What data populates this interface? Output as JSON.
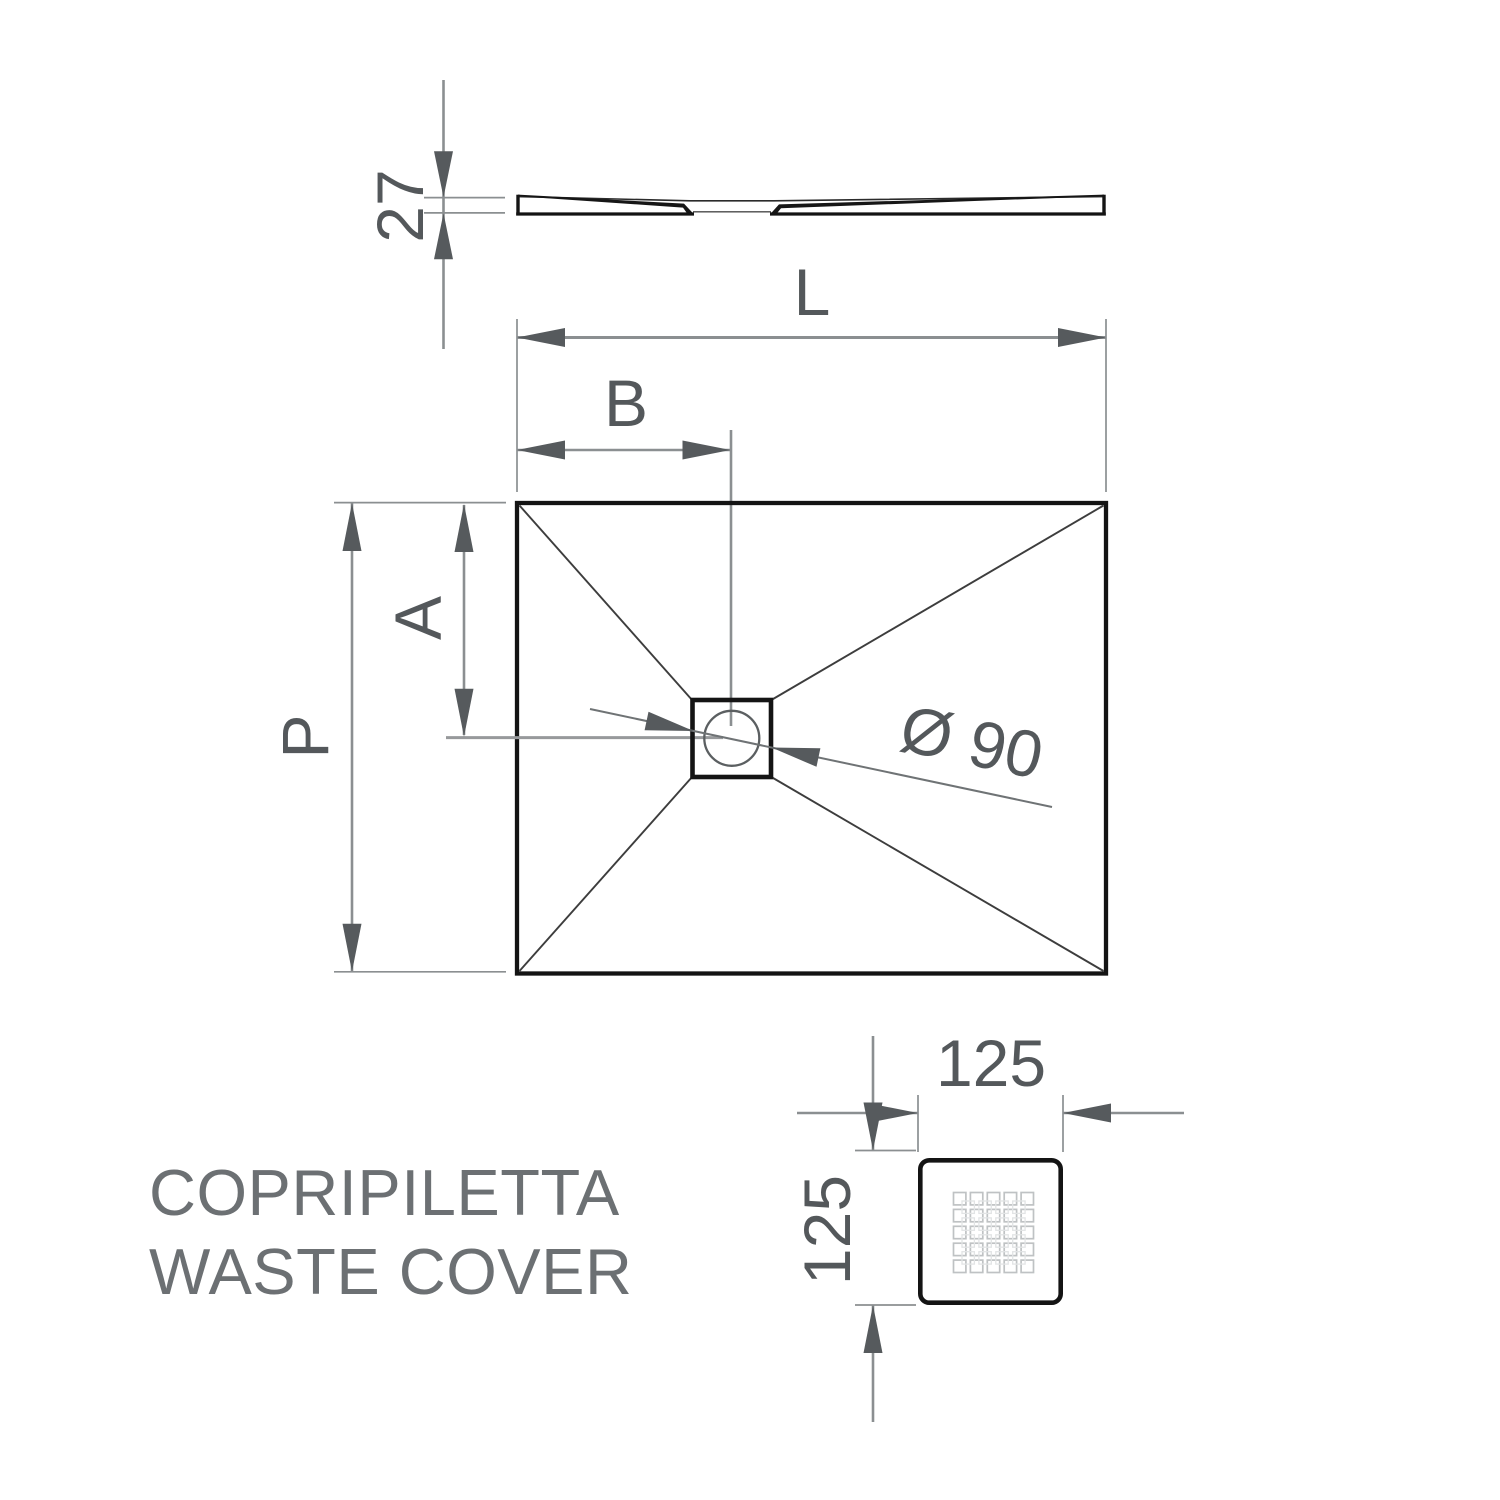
{
  "diagram": {
    "type": "technical-drawing",
    "subject": "shower tray dimensions with waste cover detail",
    "background": "#ffffff",
    "side_view": {
      "thickness_label": "27"
    },
    "plan_view": {
      "length_label": "L",
      "drain_offset_horizontal_label": "B",
      "depth_label": "P",
      "drain_offset_vertical_label": "A",
      "drain_diameter_label": "Ø 90"
    },
    "waste_cover_detail": {
      "width_label": "125",
      "height_label": "125"
    },
    "caption": {
      "line1": "COPRIPILETTA",
      "line2": "WASTE COVER"
    },
    "colors": {
      "outline_ink": "#141414",
      "dimension_gray": "#8b8f91",
      "arrow_gray": "#565a5d",
      "label_gray": "#54585b",
      "caption_gray": "#6c7073"
    }
  }
}
